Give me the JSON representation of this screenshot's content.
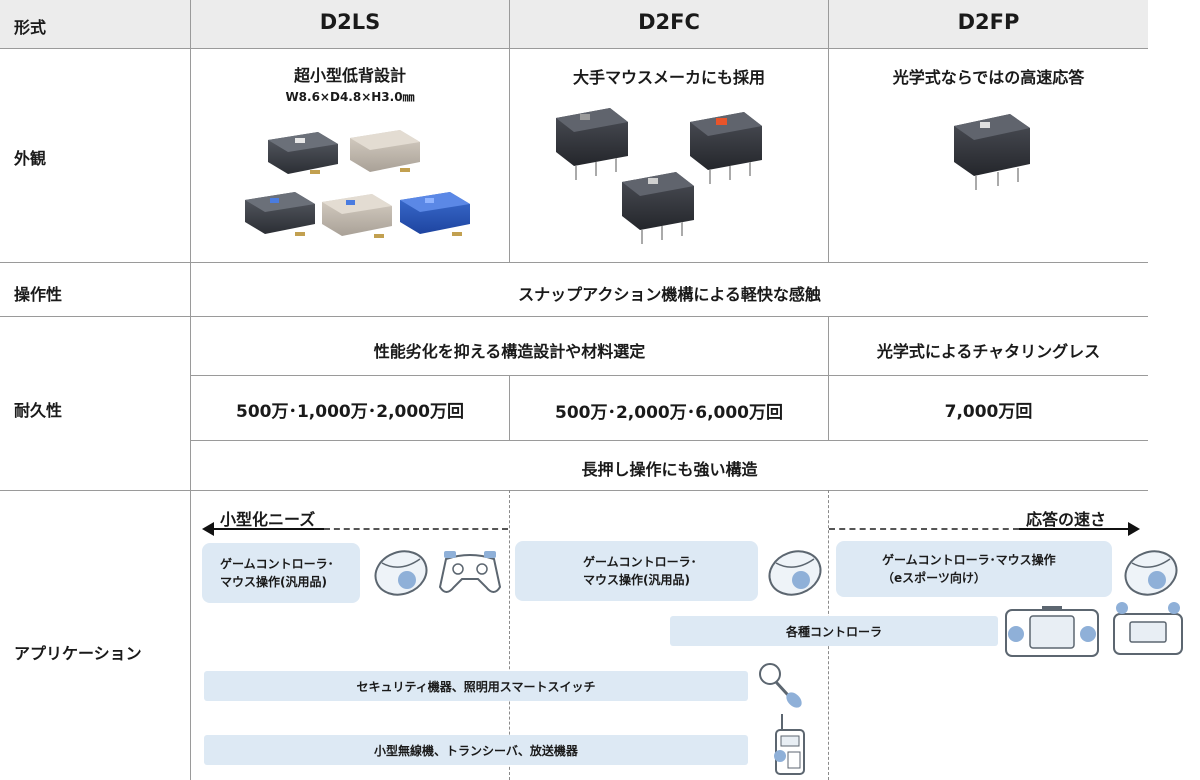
{
  "header": {
    "format_label": "形式",
    "columns": [
      "D2LS",
      "D2FC",
      "D2FP"
    ]
  },
  "appearance": {
    "label": "外観",
    "d2ls_title": "超小型低背設計",
    "d2ls_dims": "W8.6×D4.8×H3.0㎜",
    "d2fc_title": "大手マウスメーカにも採用",
    "d2fp_title": "光学式ならではの高速応答"
  },
  "operability": {
    "label": "操作性",
    "text": "スナップアクション機構による軽快な感触"
  },
  "durability": {
    "label": "耐久性",
    "structure_text": "性能劣化を抑える構造設計や材料選定",
    "optical_text": "光学式によるチャタリングレス",
    "d2ls_life": "500万･1,000万･2,000万回",
    "d2fc_life": "500万･2,000万･6,000万回",
    "d2fp_life": "7,000万回",
    "long_press_text": "長押し操作にも強い構造"
  },
  "application": {
    "label": "アプリケーション",
    "miniaturization_label": "小型化ニーズ",
    "response_label": "応答の速さ",
    "d2ls_box": [
      "ゲームコントローラ･",
      "マウス操作(汎用品)"
    ],
    "d2fc_box": [
      "ゲームコントローラ･",
      "マウス操作(汎用品)"
    ],
    "d2fp_box": [
      "ゲームコントローラ･マウス操作",
      "（eスポーツ向け）"
    ],
    "controllers_bar": "各種コントローラ",
    "security_bar": "セキュリティ機器、照明用スマートスイッチ",
    "radio_bar": "小型無線機、トランシーバ、放送機器"
  },
  "colors": {
    "header_bg": "#ececec",
    "app_box_bg": "#dde9f4",
    "grid_line": "#9a9a9a"
  }
}
